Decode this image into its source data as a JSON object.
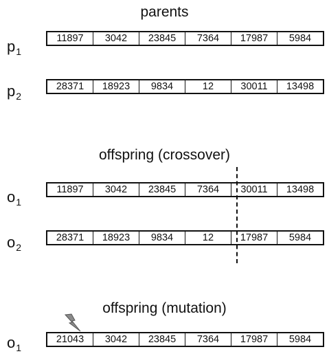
{
  "parents": {
    "title": "parents",
    "rows": [
      {
        "label": "p",
        "sub": "1",
        "genes": [
          "11897",
          "3042",
          "23845",
          "7364",
          "17987",
          "5984"
        ]
      },
      {
        "label": "p",
        "sub": "2",
        "genes": [
          "28371",
          "18923",
          "9834",
          "12",
          "30011",
          "13498"
        ]
      }
    ]
  },
  "crossover": {
    "title": "offspring (crossover)",
    "rows": [
      {
        "label": "o",
        "sub": "1",
        "genes": [
          "11897",
          "3042",
          "23845",
          "7364",
          "30011",
          "13498"
        ]
      },
      {
        "label": "o",
        "sub": "2",
        "genes": [
          "28371",
          "18923",
          "9834",
          "12",
          "17987",
          "5984"
        ]
      }
    ]
  },
  "mutation": {
    "title": "offspring (mutation)",
    "rows": [
      {
        "label": "o",
        "sub": "1",
        "genes": [
          "21043",
          "3042",
          "23845",
          "7364",
          "17987",
          "5984"
        ]
      }
    ]
  },
  "icons": {
    "mutation_marker": "lightning-bolt-icon"
  }
}
